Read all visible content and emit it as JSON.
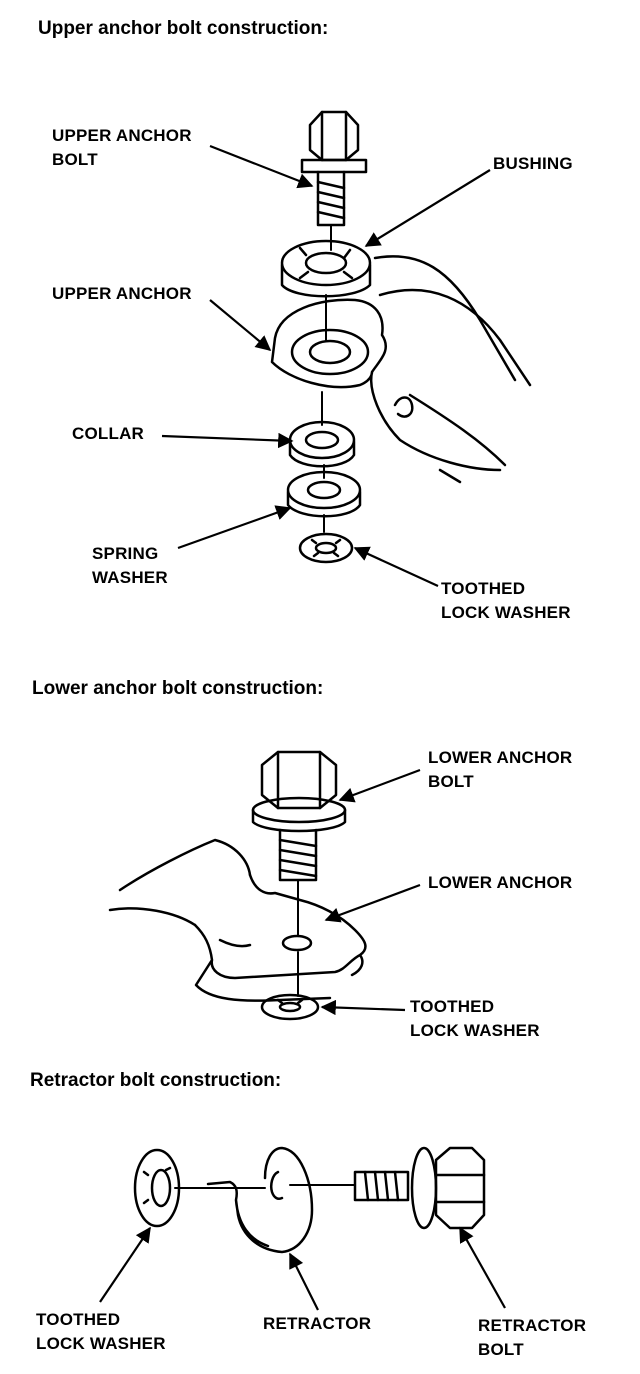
{
  "sections": {
    "upper": {
      "title": "Upper anchor bolt construction:",
      "labels": {
        "upper_anchor_bolt": [
          "UPPER ANCHOR",
          "BOLT"
        ],
        "bushing": [
          "BUSHING"
        ],
        "upper_anchor": [
          "UPPER ANCHOR"
        ],
        "collar": [
          "COLLAR"
        ],
        "spring_washer": [
          "SPRING",
          "WASHER"
        ],
        "toothed_lock_washer": [
          "TOOTHED",
          "LOCK WASHER"
        ]
      }
    },
    "lower": {
      "title": "Lower anchor bolt construction:",
      "labels": {
        "lower_anchor_bolt": [
          "LOWER ANCHOR",
          "BOLT"
        ],
        "lower_anchor": [
          "LOWER ANCHOR"
        ],
        "toothed_lock_washer": [
          "TOOTHED",
          "LOCK WASHER"
        ]
      }
    },
    "retractor": {
      "title": "Retractor bolt construction:",
      "labels": {
        "toothed_lock_washer": [
          "TOOTHED",
          "LOCK WASHER"
        ],
        "retractor": [
          "RETRACTOR"
        ],
        "retractor_bolt": [
          "RETRACTOR",
          "BOLT"
        ]
      }
    }
  }
}
